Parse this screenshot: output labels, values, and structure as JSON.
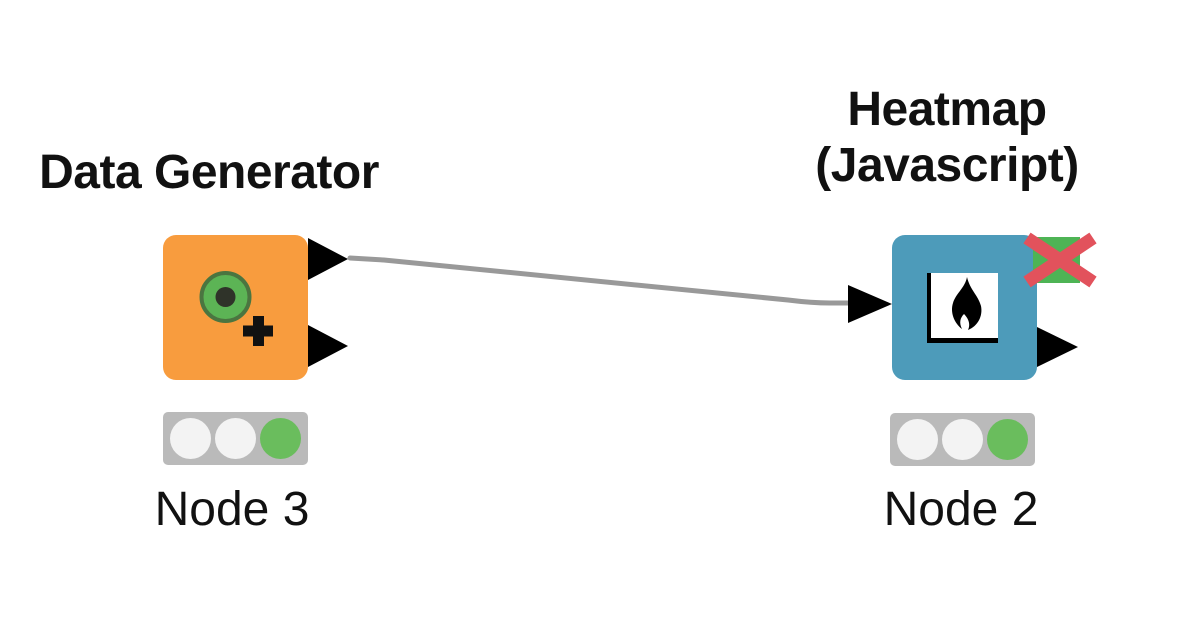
{
  "canvas": {
    "kind": "workflow-editor",
    "background": "#FFFFFF"
  },
  "workflow": {
    "nodes": [
      {
        "id": "node-3",
        "title": "Data Generator",
        "label": "Node 3",
        "body_color": "#F89C3E",
        "icon": "data-generator-icon",
        "icon_colors": {
          "circle": "#5CB455",
          "circle_rim": "#4B7540",
          "center_dot": "#2F3329",
          "plus": "#111111"
        },
        "ports": {
          "inputs": [],
          "outputs": [
            {
              "shape": "black-triangle",
              "type": "data"
            },
            {
              "shape": "black-triangle",
              "type": "data"
            }
          ]
        },
        "status": {
          "indicator": "traffic-light",
          "lights": [
            "off",
            "off",
            "on"
          ],
          "on_color": "#6ABD5D"
        },
        "badges": []
      },
      {
        "id": "node-2",
        "title": "Heatmap (Javascript)",
        "label": "Node 2",
        "body_color": "#4D9BBA",
        "icon": "flame-icon",
        "icon_colors": {
          "plate": "#FFFFFF",
          "frame": "#000000",
          "flame": "#000000"
        },
        "ports": {
          "inputs": [
            {
              "shape": "black-triangle",
              "type": "data"
            }
          ],
          "outputs": [
            {
              "shape": "black-triangle",
              "type": "data"
            }
          ]
        },
        "status": {
          "indicator": "traffic-light",
          "lights": [
            "off",
            "off",
            "on"
          ],
          "on_color": "#6ABD5D"
        },
        "badges": [
          {
            "name": "red-x-on-green",
            "bg": "#4EB455",
            "cross": "#E2525C"
          }
        ]
      }
    ],
    "connections": [
      {
        "from_node": "Node 3",
        "from_port": "output 1",
        "to_node": "Node 2",
        "to_port": "input 1",
        "color": "#999999"
      }
    ]
  },
  "colors": {
    "text": "#111111",
    "port": "#000000",
    "traffic_bar": "#BABABA",
    "traffic_off": "#F3F3F3",
    "traffic_on": "#6ABD5D",
    "connection": "#999999"
  }
}
